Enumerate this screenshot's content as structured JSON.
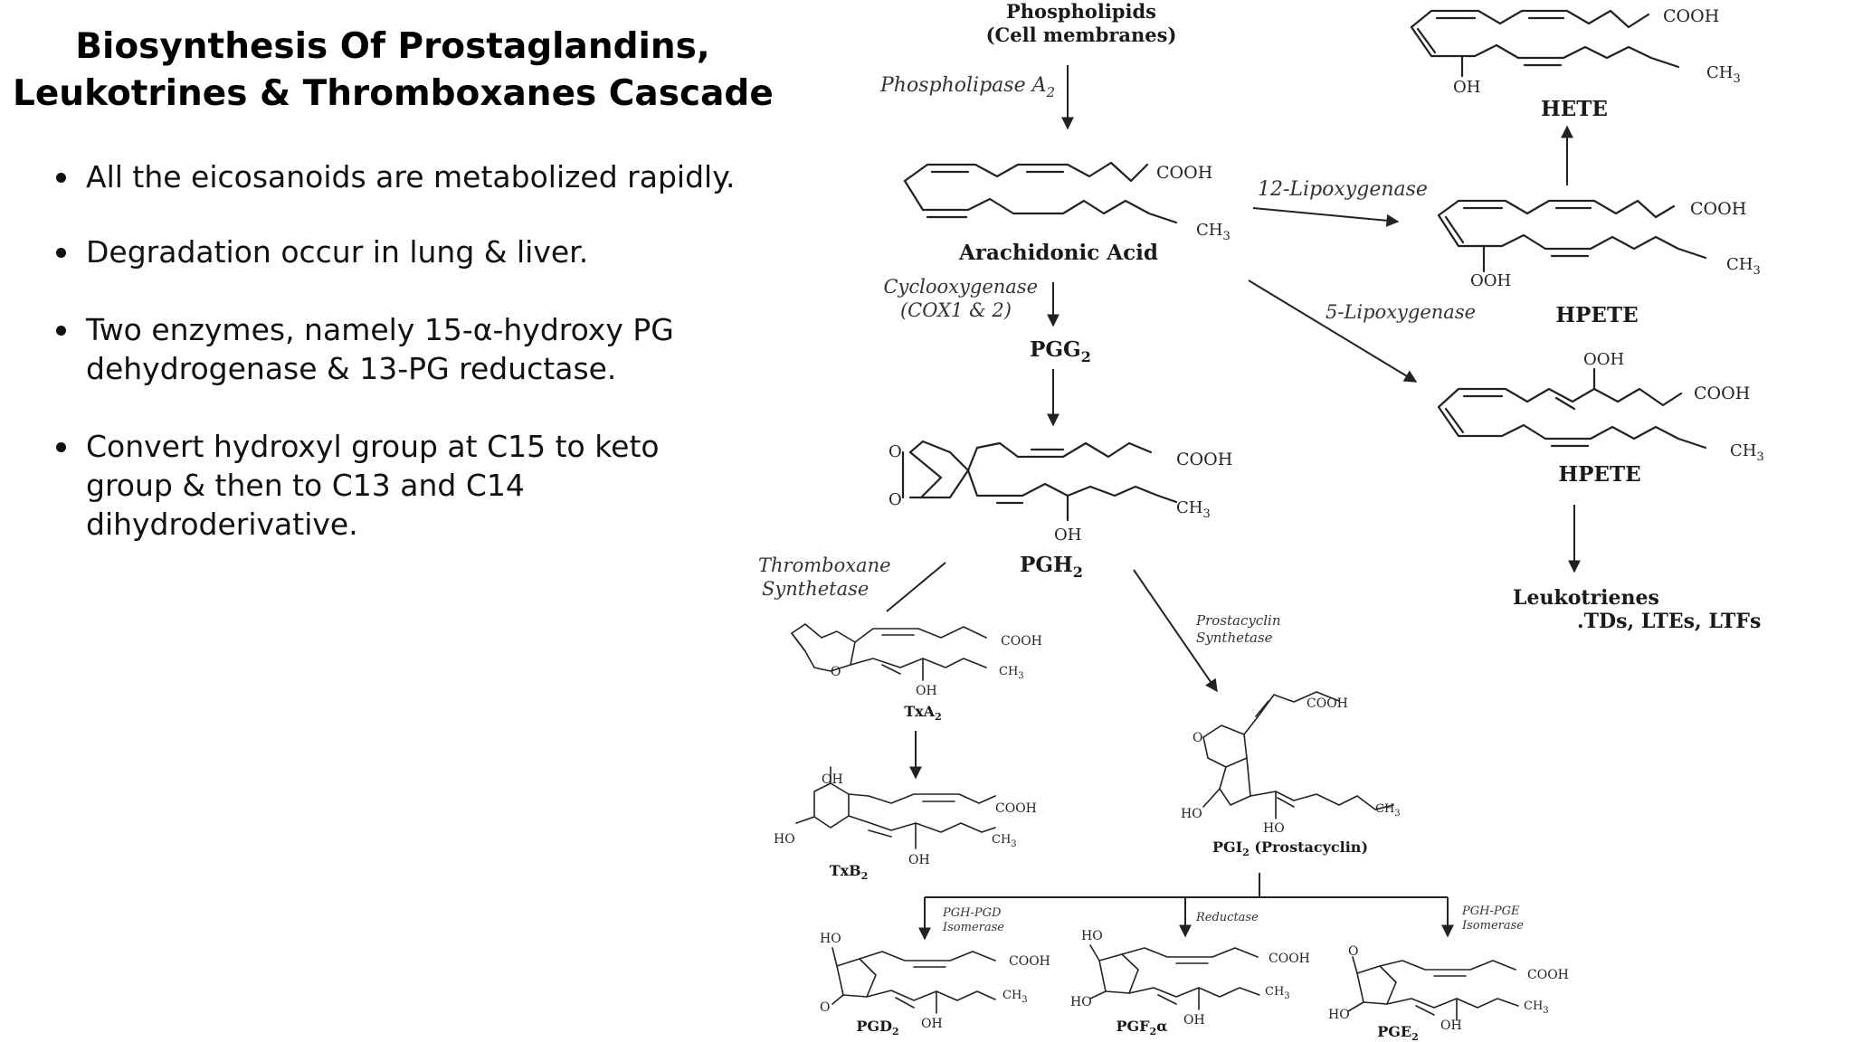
{
  "title": {
    "line1": "Biosynthesis Of Prostaglandins,",
    "line2": "Leukotrines & Thromboxanes Cascade"
  },
  "bullets": [
    " All the eicosanoids are metabolized rapidly.",
    "Degradation occur in lung & liver.",
    "Two enzymes, namely 15-α-hydroxy PG dehydrogenase & 13-PG reductase.",
    "Convert hydroxyl group at C15 to keto group & then to C13 and C14 dihydroderivative."
  ],
  "diagram": {
    "phospholipids": "Phospholipids",
    "cell_membranes": "(Cell membranes)",
    "phospholipase": "Phospholipase A",
    "phospholipase_sub": "2",
    "arachidonic_acid": "Arachidonic Acid",
    "cooxygenase_line1": "Cyclooxygenase",
    "cooxygenase_line2": "(COX1 & 2)",
    "pgg2": "PGG",
    "pgg2_sub": "2",
    "pgh2": "PGH",
    "pgh2_sub": "2",
    "lipox12": "12-Lipoxygenase",
    "lipox5": "5-Lipoxygenase",
    "hete": "HETE",
    "hpete_1": "HPETE",
    "hpete_2": "HPETE",
    "leukotrienes": "Leukotrienes",
    "leukotriene_types": ".TDs, LTEs, LTFs",
    "thromboxane_line1": "Thromboxane",
    "thromboxane_line2": "Synthetase",
    "txa2": "TxA",
    "txa2_sub": "2",
    "txb2": "TxB",
    "txb2_sub": "2",
    "prostacyclin_syn_line1": "Prostacyclin",
    "prostacyclin_syn_line2": "Synthetase",
    "pgi2": "PGI",
    "pgi2_sub": "2",
    "pgi2_suffix": " (Prostacyclin)",
    "pgh_pgd_line1": "PGH-PGD",
    "pgh_pgd_line2": "Isomerase",
    "reductase": "Reductase",
    "pgh_pge_line1": "PGH-PGE",
    "pgh_pge_line2": "Isomerase",
    "pgd2": "PGD",
    "pgd2_sub": "2",
    "pgf2a": "PGF",
    "pgf2a_sub": "2",
    "pgf2a_suffix": "α",
    "pge2": "PGE",
    "pge2_sub": "2",
    "cooh": "COOH",
    "ch3": "CH",
    "ch3_sub": "3",
    "oh": "OH",
    "ooh": "OOH",
    "ho": "HO",
    "o": "O"
  }
}
